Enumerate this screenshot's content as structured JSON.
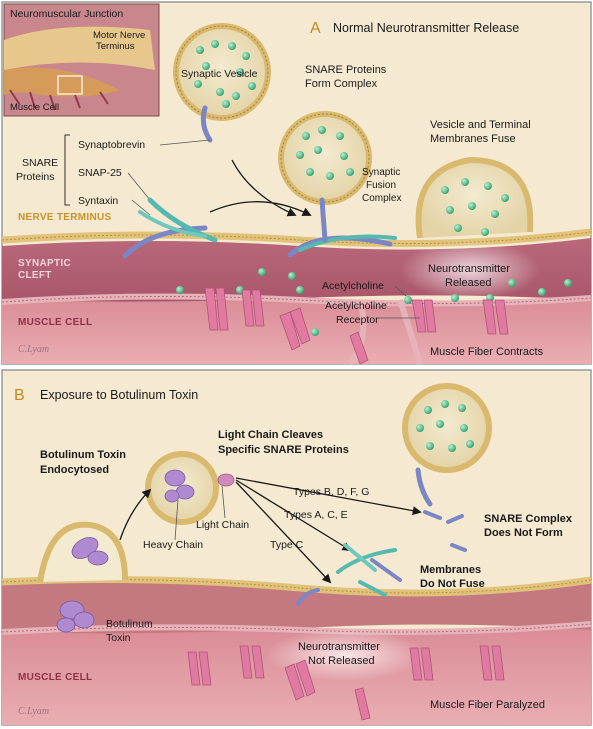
{
  "panel_a": {
    "letter": "A",
    "title": "Normal Neurotransmitter Release",
    "inset": {
      "title": "Neuromuscular Junction",
      "motor_nerve_line1": "Motor Nerve",
      "motor_nerve_line2": "Terminus",
      "muscle_cell": "Muscle Cell"
    },
    "synaptic_vesicle": "Synaptic Vesicle",
    "snare_form_line1": "SNARE Proteins",
    "snare_form_line2": "Form Complex",
    "snare_proteins_line1": "SNARE",
    "snare_proteins_line2": "Proteins",
    "synaptobrevin": "Synaptobrevin",
    "snap25": "SNAP-25",
    "syntaxin": "Syntaxin",
    "nerve_terminus": "NERVE TERMINUS",
    "synaptic_cleft_line1": "SYNAPTIC",
    "synaptic_cleft_line2": "CLEFT",
    "muscle_cell": "MUSCLE CELL",
    "fusion_line1": "Synaptic",
    "fusion_line2": "Fusion",
    "fusion_line3": "Complex",
    "fuse_line1": "Vesicle and Terminal",
    "fuse_line2": "Membranes Fuse",
    "released_line1": "Neurotransmitter",
    "released_line2": "Released",
    "acetylcholine": "Acetylcholine",
    "receptor_line1": "Acetylcholine",
    "receptor_line2": "Receptor",
    "contracts": "Muscle Fiber Contracts",
    "signature": "C.Lyam"
  },
  "panel_b": {
    "letter": "B",
    "title": "Exposure to Botulinum Toxin",
    "endocytosed_line1": "Botulinum Toxin",
    "endocytosed_line2": "Endocytosed",
    "cleaves_line1": "Light Chain Cleaves",
    "cleaves_line2": "Specific SNARE Proteins",
    "light_chain": "Light Chain",
    "heavy_chain": "Heavy Chain",
    "types_bdfg": "Types B, D, F, G",
    "types_ace": "Types A, C, E",
    "type_c": "Type C",
    "snare_no_line1": "SNARE Complex",
    "snare_no_line2": "Does Not Form",
    "no_fuse_line1": "Membranes",
    "no_fuse_line2": "Do Not Fuse",
    "toxin_line1": "Botulinum",
    "toxin_line2": "Toxin",
    "not_released_line1": "Neurotransmitter",
    "not_released_line2": "Not Released",
    "muscle_cell": "MUSCLE CELL",
    "paralyzed": "Muscle Fiber Paralyzed",
    "signature": "C.Lyam"
  }
}
